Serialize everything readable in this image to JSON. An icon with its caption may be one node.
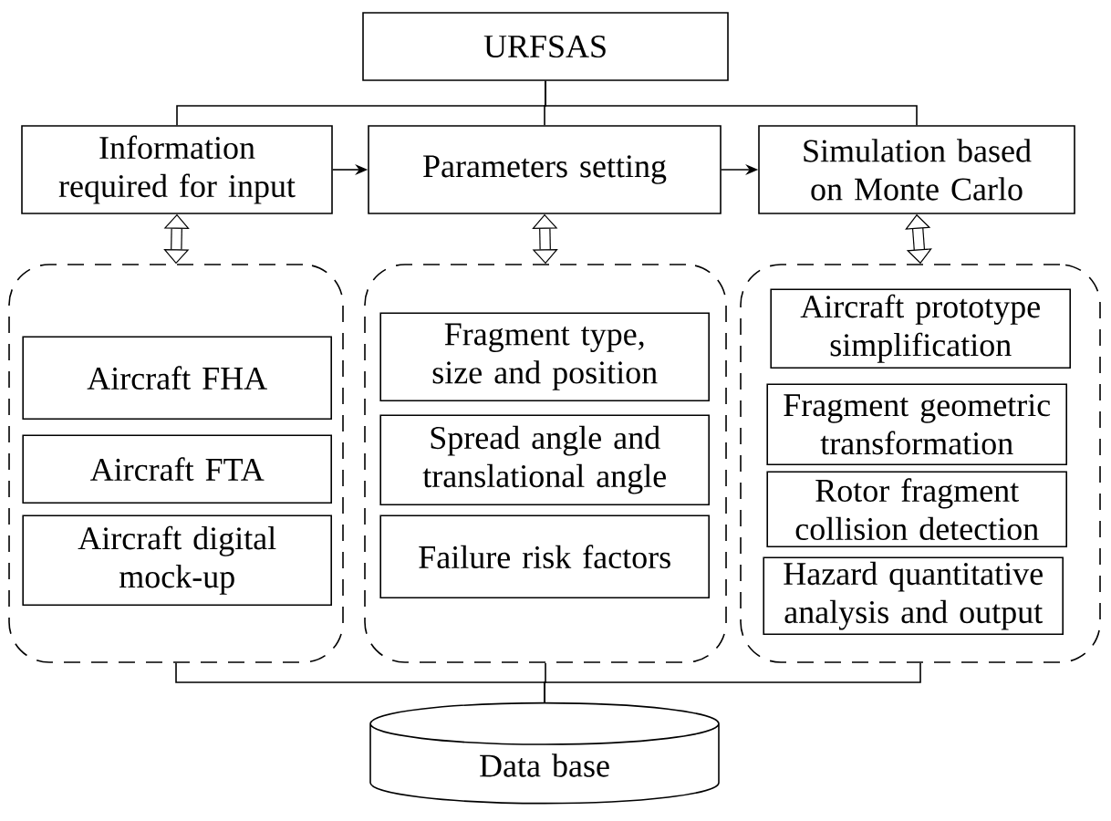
{
  "diagram": {
    "nodes": [
      {
        "text": [
          "URFSAS"
        ]
      },
      {
        "text": [
          "Information required for input"
        ]
      },
      {
        "text": [
          "Parameters setting"
        ]
      },
      {
        "text": [
          "Simulation based on Monte Carlo"
        ]
      },
      {
        "text": [],
        "shape": "box"
      },
      {
        "text": [
          "Aircraft FHA"
        ],
        "in": 4
      },
      {
        "text": [
          "Aircraft FTA"
        ],
        "in": 4
      },
      {
        "text": [
          "Aircraft digital mock-up"
        ],
        "in": 4
      },
      {
        "text": [],
        "shape": "box"
      },
      {
        "text": [
          "Fragment type, size and position"
        ],
        "in": 8
      },
      {
        "text": [
          "Spread angle and translational angle"
        ],
        "in": 8
      },
      {
        "text": [
          "Failure risk factors"
        ],
        "in": 8
      },
      {
        "text": [],
        "shape": "box"
      },
      {
        "text": [
          "Aircraft prototype simplification"
        ],
        "in": 12
      },
      {
        "text": [
          "Fragment geometric transformation"
        ],
        "in": 12
      },
      {
        "text": [
          "Rotor fragment collision detection"
        ],
        "in": 12
      },
      {
        "text": [
          "Hazard quantitative analysis and output"
        ],
        "in": 12
      },
      {
        "text": [
          "Data base"
        ]
      }
    ],
    "edges": [
      {
        "from": 0,
        "to": 1,
        "arrow": "none"
      },
      {
        "from": 0,
        "to": 2,
        "arrow": "none"
      },
      {
        "from": 0,
        "to": 3,
        "arrow": "none"
      },
      {
        "from": 1,
        "to": 2,
        "arrow": "to"
      },
      {
        "from": 2,
        "to": 3,
        "arrow": "to"
      },
      {
        "from": 1,
        "to": 4,
        "arrow": "both",
        "style": "thick"
      },
      {
        "from": 2,
        "to": 8,
        "arrow": "both",
        "style": "thick"
      },
      {
        "from": 3,
        "to": 12,
        "arrow": "both",
        "style": "thick"
      },
      {
        "from": 4,
        "to": 17,
        "arrow": "none"
      },
      {
        "from": 8,
        "to": 17,
        "arrow": "none"
      },
      {
        "from": 12,
        "to": 17,
        "arrow": "none"
      }
    ]
  }
}
